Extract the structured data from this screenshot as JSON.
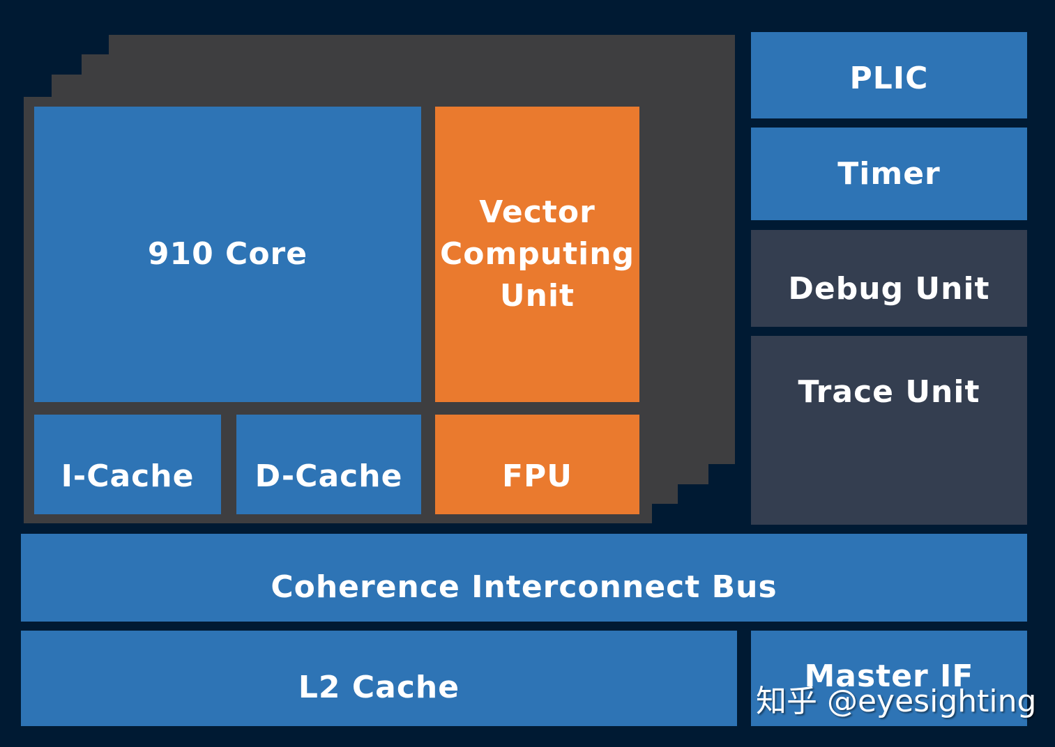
{
  "diagram": {
    "title": "C910 cluster block diagram",
    "core_stack_count": 4,
    "core": {
      "core_label": "910 Core",
      "vector_label": "Vector Computing Unit",
      "vector_lines": [
        "Vector",
        "Computing",
        "Unit"
      ],
      "icache_label": "I-Cache",
      "dcache_label": "D-Cache",
      "fpu_label": "FPU"
    },
    "peripherals": {
      "plic_label": "PLIC",
      "timer_label": "Timer",
      "debug_label": "Debug Unit",
      "trace_label": "Trace Unit"
    },
    "bus_label": "Coherence Interconnect Bus",
    "l2_label": "L2 Cache",
    "master_if_label": "Master IF"
  },
  "watermark": "知乎 @eyesighting",
  "colors": {
    "background": "#001a33",
    "blue": "#2e74b5",
    "orange": "#ea7a2e",
    "slate": "#343e50",
    "frame_gray": "#3e3e40"
  }
}
